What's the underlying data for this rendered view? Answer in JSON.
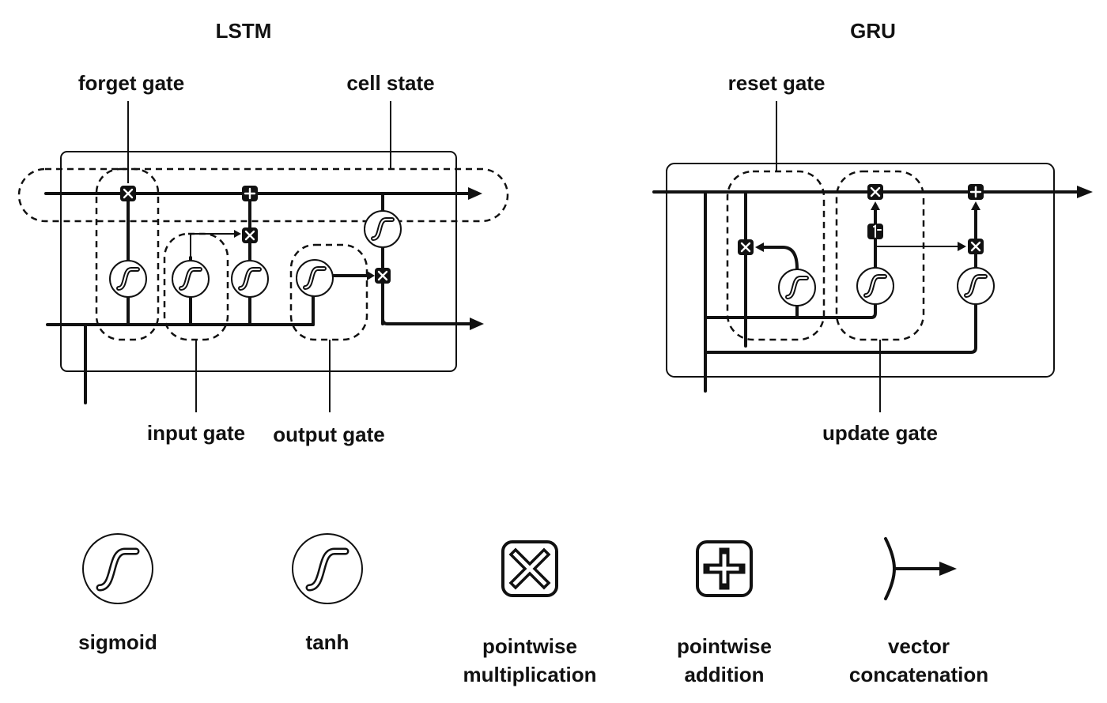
{
  "lstm": {
    "title": "LSTM",
    "labels": {
      "forget_gate": "forget gate",
      "cell_state": "cell state",
      "input_gate": "input gate",
      "output_gate": "output gate"
    }
  },
  "gru": {
    "title": "GRU",
    "labels": {
      "reset_gate": "reset gate",
      "update_gate": "update gate"
    }
  },
  "legend": [
    {
      "key": "sigmoid",
      "icon": "sigmoid-icon",
      "lines": [
        "sigmoid"
      ]
    },
    {
      "key": "tanh",
      "icon": "tanh-icon",
      "lines": [
        "tanh"
      ]
    },
    {
      "key": "pointwise_multiplication",
      "icon": "multiply-box-icon",
      "lines": [
        "pointwise",
        "multiplication"
      ]
    },
    {
      "key": "pointwise_addition",
      "icon": "plus-box-icon",
      "lines": [
        "pointwise",
        "addition"
      ]
    },
    {
      "key": "vector_concatenation",
      "icon": "concatenation-arrow-icon",
      "lines": [
        "vector",
        "concatenation"
      ]
    }
  ],
  "colors": {
    "ink": "#111111",
    "background": "#ffffff"
  }
}
